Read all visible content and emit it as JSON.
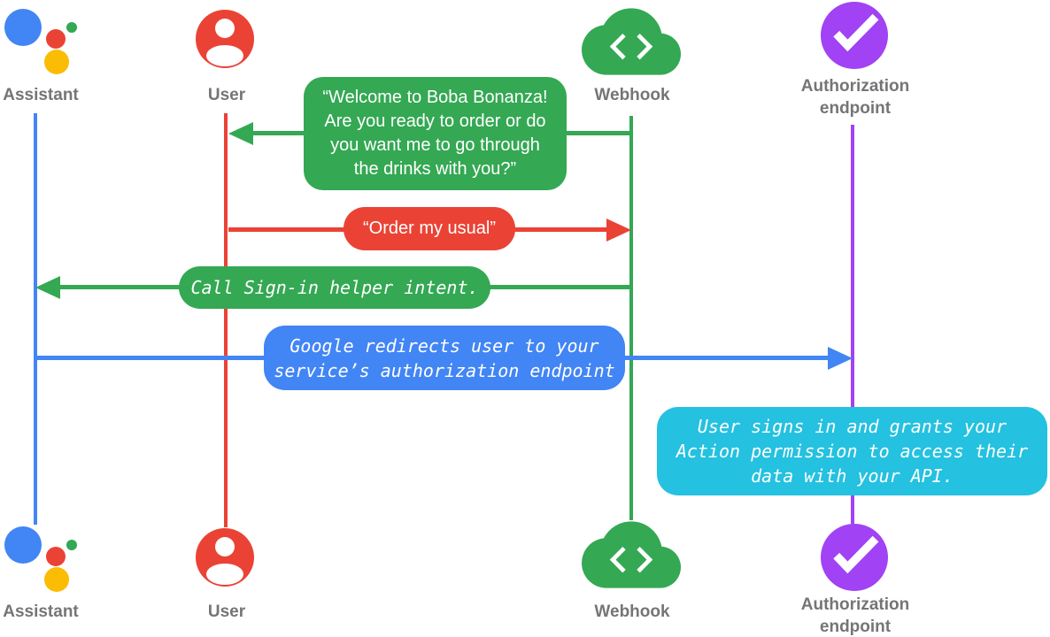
{
  "palette": {
    "blue": "#4285F4",
    "red": "#EA4335",
    "green": "#34A853",
    "agreen": "#34A853",
    "yellow": "#FBBC04",
    "purple": "#A142F4",
    "cyan": "#24C1E0",
    "label_gray": "#757575"
  },
  "actors": {
    "assistant": {
      "label": "Assistant",
      "icon": "google-assistant-logo"
    },
    "user": {
      "label": "User",
      "icon": "person-circle-icon"
    },
    "webhook": {
      "label": "Webhook",
      "icon": "cloud-code-icon"
    },
    "auth_endpoint": {
      "label": "Authorization\nendpoint",
      "icon": "check-circle-icon"
    }
  },
  "messages": {
    "welcome": {
      "from": "Webhook",
      "to": "User",
      "style": "speech",
      "text": "“Welcome to Boba Bonanza!\nAre you ready to order or do\nyou want me to go through\nthe drinks with you?”"
    },
    "order": {
      "from": "User",
      "to": "Webhook",
      "style": "speech",
      "text": "“Order my usual”"
    },
    "signin_helper": {
      "from": "Webhook",
      "to": "Assistant",
      "style": "code",
      "text": "Call Sign-in helper intent."
    },
    "redirect": {
      "from": "Assistant",
      "to": "Authorization endpoint",
      "style": "code",
      "text": "Google redirects user to your\nservice’s authorization endpoint"
    },
    "grant": {
      "note_on": "Authorization endpoint",
      "style": "code",
      "text": "User signs in and grants your\nAction permission to access their\ndata with your API."
    }
  }
}
